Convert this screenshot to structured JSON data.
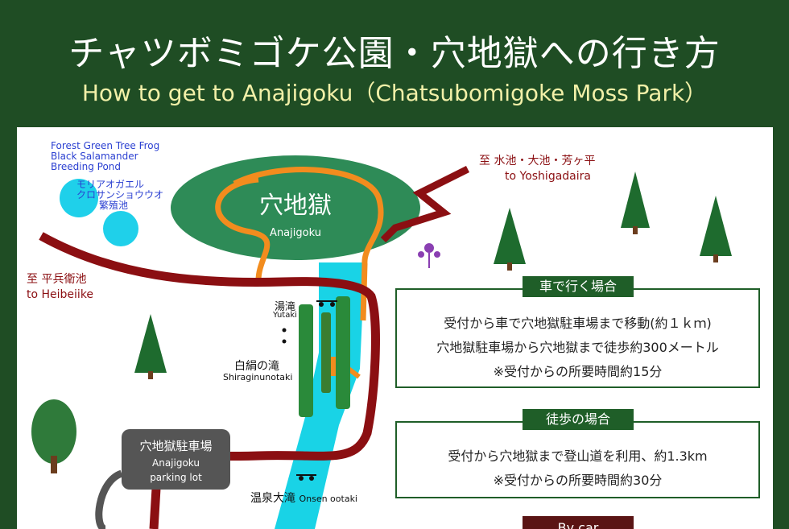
{
  "header": {
    "title_jp": "チャツボミゴケ公園・穴地獄への行き方",
    "title_en": "How to get to Anajigoku（Chatsubomigoke Moss Park）"
  },
  "map": {
    "pond_label_en": [
      "Forest Green Tree Frog",
      "Black Salamander",
      "Breeding Pond"
    ],
    "pond_label_jp": [
      "モリアオガエル",
      "クロサンショウウオ",
      "繁殖池"
    ],
    "anajigoku_jp": "穴地獄",
    "anajigoku_en": "Anajigoku",
    "yoshigadaira_jp": "至 水池・大池・芳ヶ平",
    "yoshigadaira_en": "to Yoshigadaira",
    "heibeiike_jp": "至 平兵衛池",
    "heibeiike_en": "to Heibeiike",
    "yutaki_jp": "湯滝",
    "yutaki_en": "Yutaki",
    "shiraginu_jp": "白絹の滝",
    "shiraginu_en": "Shiraginunotaki",
    "parking_jp": "穴地獄駐車場",
    "parking_en_1": "Anajigoku",
    "parking_en_2": "parking lot",
    "onsen_jp": "温泉大滝",
    "onsen_en": "Onsen ootaki"
  },
  "car_box": {
    "heading": "車で行く場合",
    "lines": [
      "受付から車で穴地獄駐車場まで移動(約１ｋｍ)",
      "穴地獄駐車場から穴地獄まで徒歩約300メートル",
      "※受付からの所要時間約15分"
    ]
  },
  "walk_box": {
    "heading": "徒歩の場合",
    "lines": [
      "受付から穴地獄まで登山道を利用、約1.3km",
      "※受付からの所要時間約30分"
    ]
  },
  "bottom_tab": "By car",
  "colors": {
    "background": "#1f4d24",
    "road": "#8b0f12",
    "trail": "#f28c1e",
    "river": "#19d3e6",
    "anajigoku_fill": "#2e8b57",
    "box_accent": "#1f5e28",
    "pond": "#1fd0ea"
  },
  "icons": [
    "conifer-tree-icon",
    "deciduous-tree-icon",
    "purple-flower-icon",
    "waterfall-marker-icon"
  ]
}
